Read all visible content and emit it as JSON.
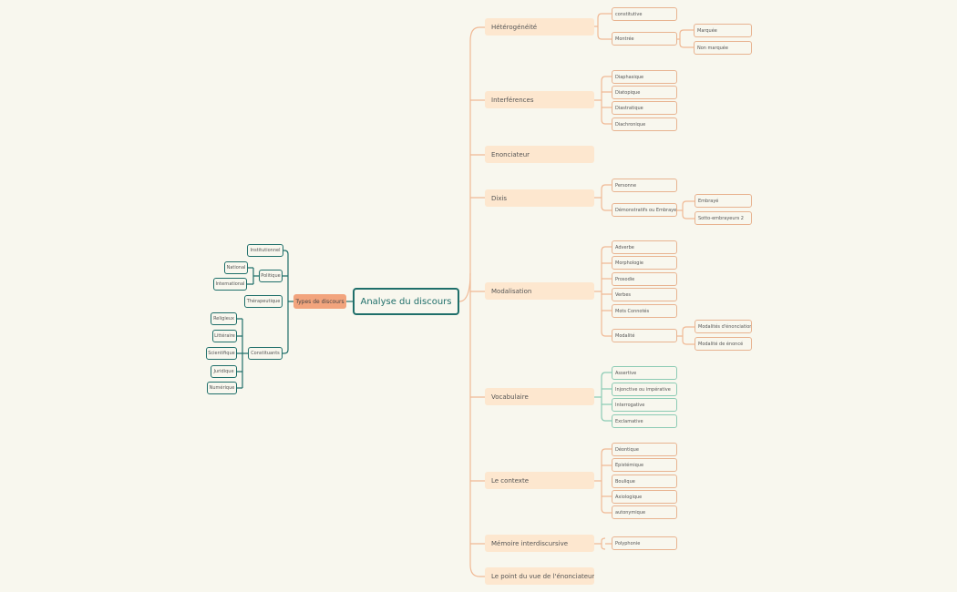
{
  "root": "Analyse du discours",
  "branches": [
    {
      "label": "Hétérogénéité"
    },
    {
      "label": "Interférences"
    },
    {
      "label": "Enonciateur"
    },
    {
      "label": "Dixis"
    },
    {
      "label": "Modalisation"
    },
    {
      "label": "Vocabulaire"
    },
    {
      "label": "Le contexte"
    },
    {
      "label": "Mémoire interdiscursive"
    },
    {
      "label": "Le point du vue de l'énonciateur"
    }
  ],
  "leaves": {
    "heterogeneite": [
      "constitutive",
      "Montrée"
    ],
    "montree": [
      "Marquée",
      "Non marquée"
    ],
    "interferences": [
      "Diaphasique",
      "Diatopique",
      "Diastratique",
      "Diachronique"
    ],
    "dixis": [
      "Personne",
      "Démonstratifs ou Embrayeurs"
    ],
    "demonstratifs": [
      "Embrayé",
      "Sotto-embrayeurs 2"
    ],
    "modalisation": [
      "Adverbe",
      "Morphologie",
      "Prosodie",
      "Verbes",
      "Mots Connotés",
      "Modalité"
    ],
    "modalite": [
      "Modalités d'énonciation",
      "Modalité de énoncé"
    ],
    "vocabulaire": [
      "Assertive",
      "Injonctive ou impérative",
      "Interrogative",
      "Exclamative"
    ],
    "contexte": [
      "Déontique",
      "Epistémique",
      "Boulique",
      "Axiologique",
      "autonymique"
    ],
    "memoire": [
      "Polyphonie"
    ]
  },
  "left": {
    "types": "Types de discours",
    "children": [
      "Institutionnel",
      "Politique",
      "Thérapeutique",
      "Constituants"
    ],
    "politique": [
      "National",
      "International"
    ],
    "constituants": [
      "Religieux",
      "Littéraire",
      "Scientifique",
      "Juridique",
      "Numérique"
    ]
  },
  "colors": {
    "teal": "#1f6f6a",
    "orange_line": "#f0b995",
    "green_line": "#8ccbb4",
    "branch_fill": "#fde7cf",
    "types_fill": "#f2a47d",
    "background": "#f8f7ee"
  }
}
